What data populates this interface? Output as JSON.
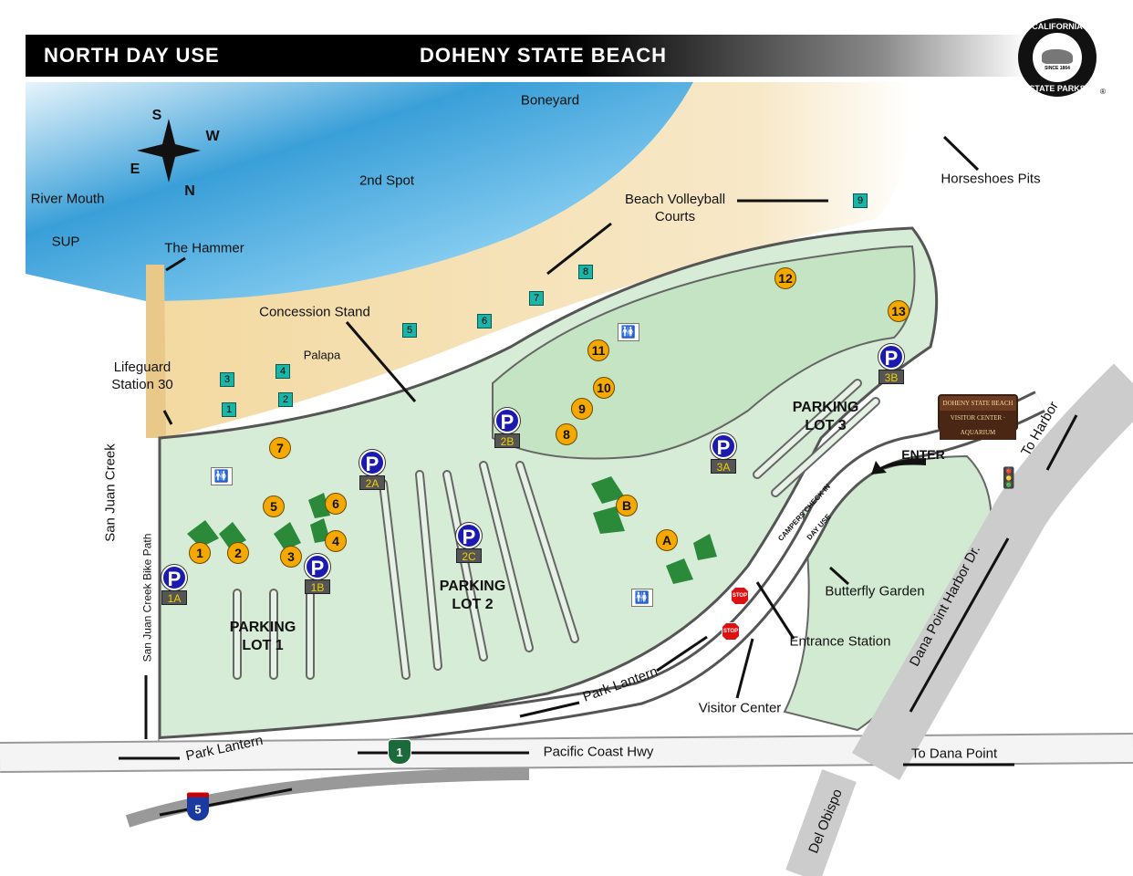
{
  "header": {
    "left_title": "NORTH DAY USE",
    "center_title": "DOHENY STATE BEACH"
  },
  "logo": {
    "top_text": "CALIFORNIA",
    "bottom_text": "STATE PARKS",
    "since": "SINCE 1864",
    "mark": "®"
  },
  "compass": {
    "s": "S",
    "w": "W",
    "e": "E",
    "n": "N"
  },
  "labels": {
    "boneyard": "Boneyard",
    "second_spot": "2nd Spot",
    "river_mouth": "River Mouth",
    "sup": "SUP",
    "the_hammer": "The Hammer",
    "concession_stand": "Concession Stand",
    "palapa": "Palapa",
    "lifeguard_station": "Lifeguard\nStation 30",
    "volleyball": "Beach Volleyball\nCourts",
    "horseshoes": "Horseshoes Pits",
    "san_juan_creek": "San Juan Creek",
    "bike_path": "San Juan Creek Bike Path",
    "enter": "ENTER",
    "to_harbor": "To Harbor",
    "butterfly_garden": "Butterfly Garden",
    "entrance_station": "Entrance Station",
    "visitor_center": "Visitor Center",
    "park_lantern_1": "Park Lantern",
    "park_lantern_2": "Park Lantern",
    "pch": "Pacific Coast Hwy",
    "to_dana_point": "To Dana Point",
    "dana_point_harbor_dr": "Dana Point Harbor Dr.",
    "del_obispo": "Del Obispo",
    "campers_check_in": "CAMPERS CHECK IN",
    "day_use": "DAY USE"
  },
  "parking_lots": {
    "lot1": "PARKING\nLOT 1",
    "lot2": "PARKING\nLOT 2",
    "lot3": "PARKING\nLOT 3"
  },
  "parking_markers": {
    "p": "P",
    "codes": [
      "1A",
      "1B",
      "2A",
      "2B",
      "2C",
      "3A",
      "3B"
    ]
  },
  "picnic_sites": [
    "1",
    "2",
    "3",
    "4",
    "5",
    "6",
    "7",
    "8",
    "9",
    "10",
    "11",
    "12",
    "13",
    "A",
    "B"
  ],
  "volleyball_courts": [
    "1",
    "2",
    "3",
    "4",
    "5",
    "6",
    "7",
    "8",
    "9"
  ],
  "restroom_icon": "🚻",
  "sign": {
    "line1": "DOHENY STATE BEACH",
    "line2": "VISITOR CENTER · AQUARIUM"
  },
  "stop": "STOP",
  "highways": {
    "ca1": "1",
    "i5": "5"
  },
  "colors": {
    "ocean": "#3a9fd8",
    "sand": "#f3d9a0",
    "grass": "#cfe8cf",
    "trees": "#a8d8a8",
    "picnic": "#f5a800",
    "court": "#18b5a8",
    "parking": "#1b1bb0",
    "road_edge": "#555555"
  }
}
